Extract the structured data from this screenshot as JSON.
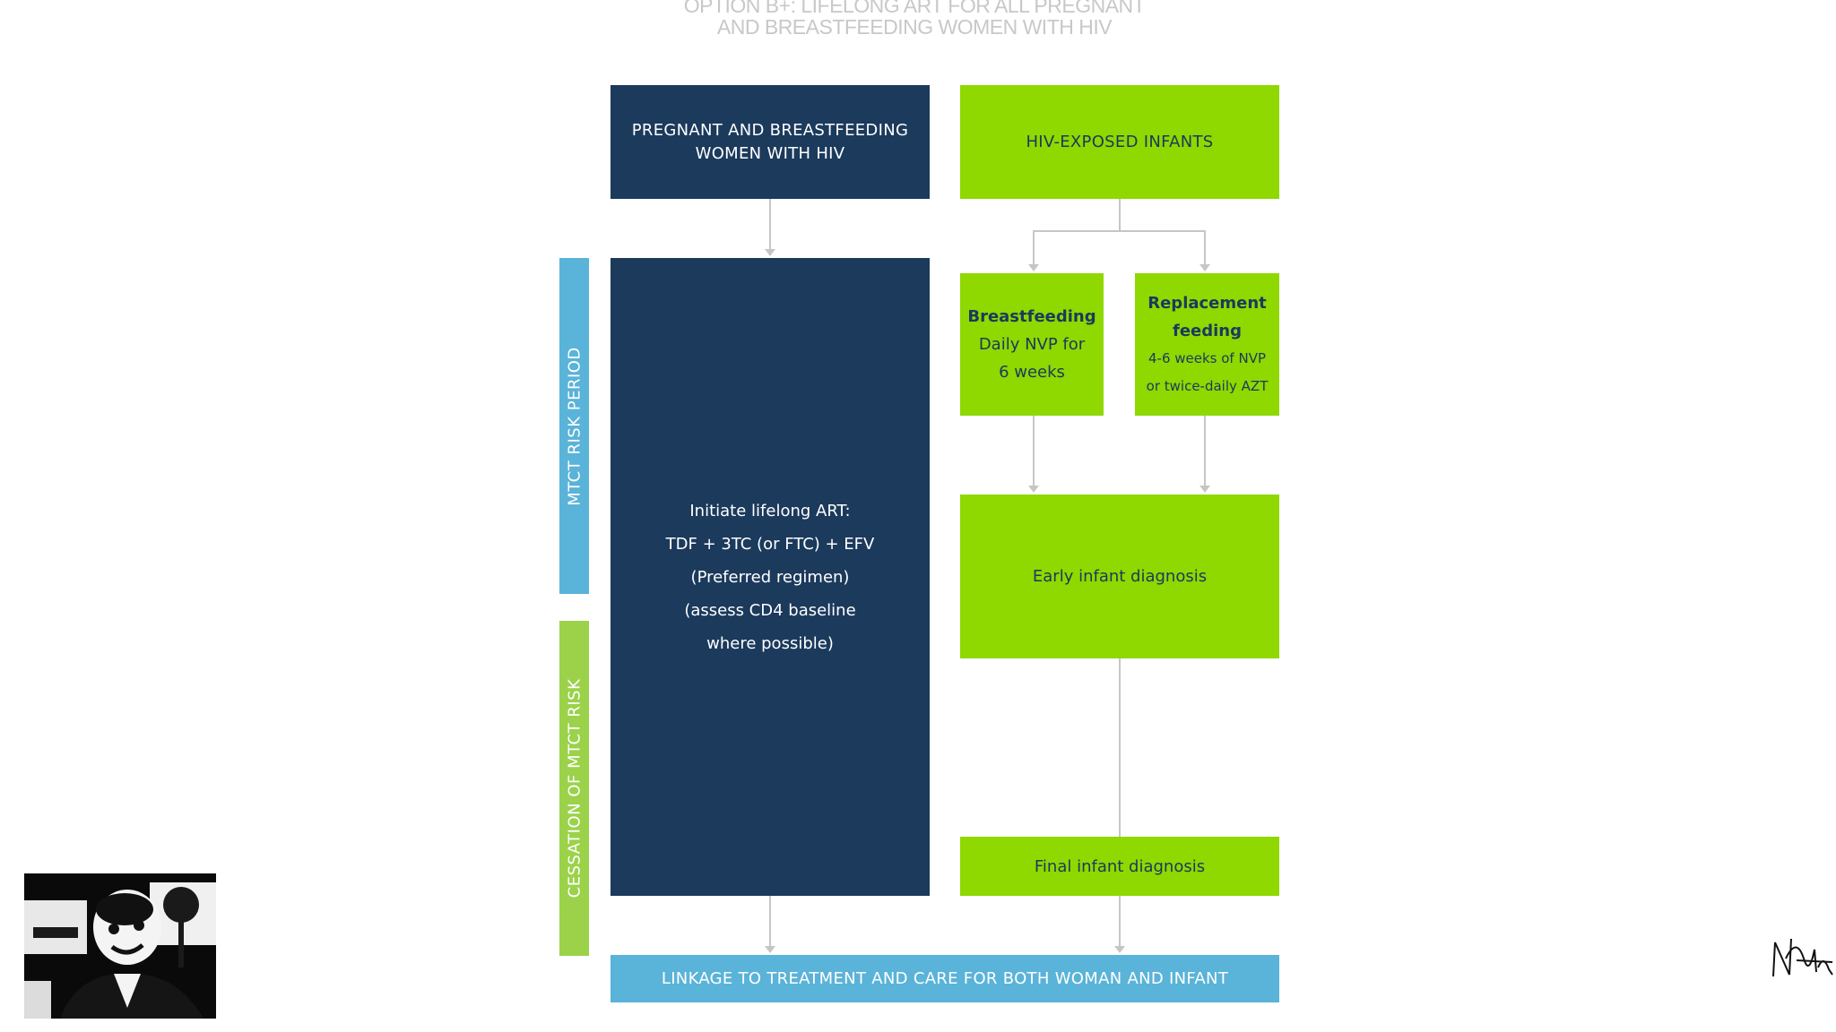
{
  "title": {
    "line1": "OPTION B+: LIFELONG ART FOR ALL PREGNANT",
    "line2": "AND BREASTFEEDING WOMEN WITH HIV"
  },
  "side_labels": {
    "risk_period": "MTCT RISK PERIOD",
    "cessation": "CESSATION OF MTCT RISK"
  },
  "women": {
    "header_line1": "PREGNANT AND BREASTFEEDING",
    "header_line2": "WOMEN WITH HIV",
    "art_line1": "Initiate lifelong ART:",
    "art_line2": "TDF + 3TC (or FTC) + EFV",
    "art_line3": "(Preferred regimen)",
    "art_line4": "(assess CD4 baseline",
    "art_line5": "where possible)"
  },
  "infants": {
    "header": "HIV-EXPOSED INFANTS",
    "breastfeeding_title": "Breastfeeding",
    "breastfeeding_line1": "Daily NVP for",
    "breastfeeding_line2": "6 weeks",
    "replacement_title_line1": "Replacement",
    "replacement_title_line2": "feeding",
    "replacement_line1": "4-6 weeks of NVP",
    "replacement_line2": "or twice-daily AZT",
    "early_diagnosis": "Early infant diagnosis",
    "final_diagnosis": "Final infant diagnosis"
  },
  "linkage": "LINKAGE TO TREATMENT AND CARE FOR BOTH WOMAN AND INFANT",
  "colors": {
    "navy": "#1b3a5c",
    "green": "#8fd800",
    "blue": "#5ab3d8",
    "lime": "#9bd24a"
  },
  "icons": {
    "presenter": "presenter-webcam-image",
    "signature": "signature-mark"
  }
}
